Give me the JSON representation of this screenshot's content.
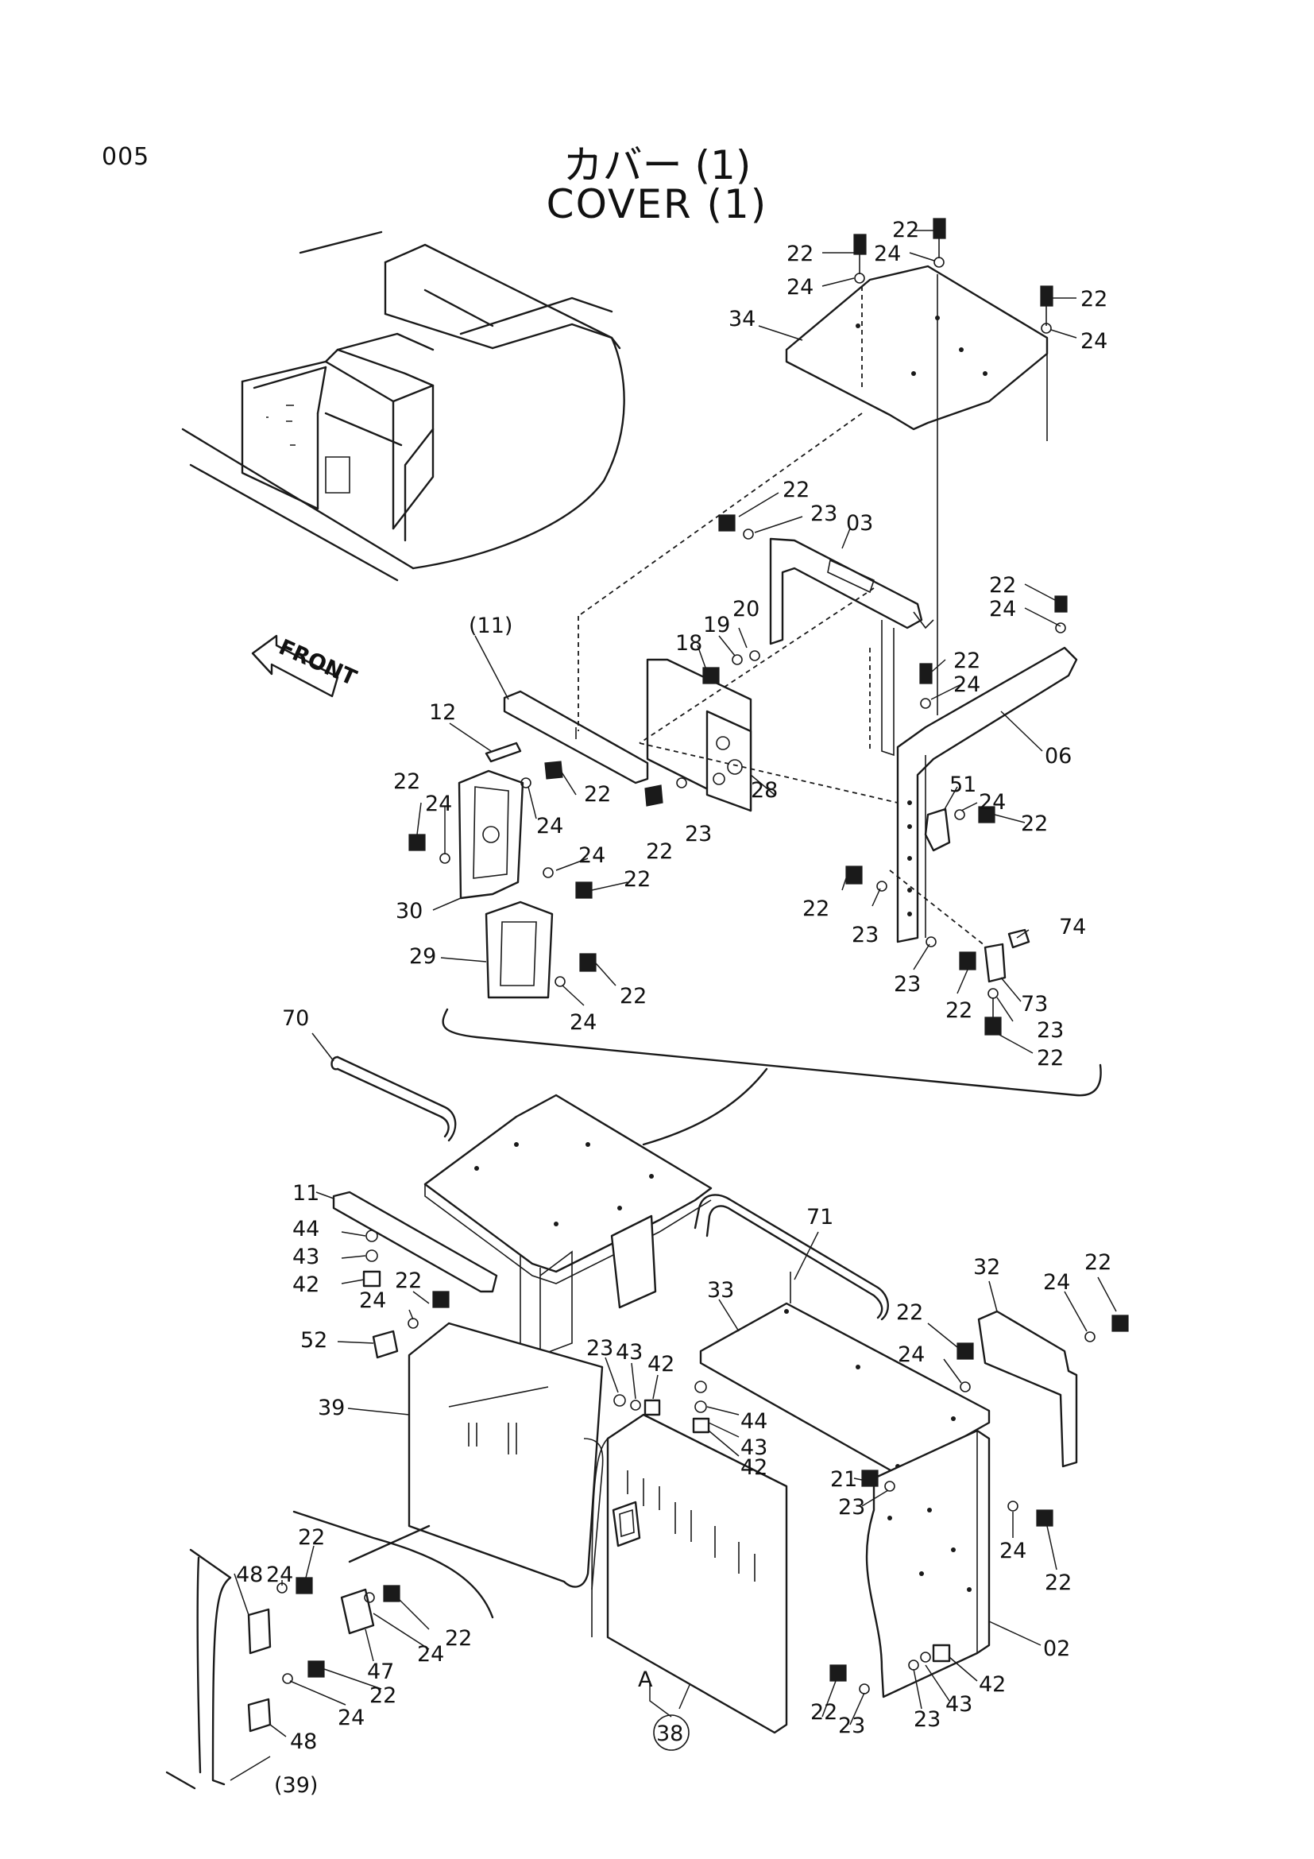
{
  "page_number": "005",
  "title_jp": "カバー (1)",
  "title_en": "COVER (1)",
  "front_arrow_label": "FRONT",
  "callout_letter": "A",
  "callout_circled": "38",
  "labels": [
    {
      "key": "p22a",
      "text": "22"
    },
    {
      "key": "p22b",
      "text": "22"
    },
    {
      "key": "p24a",
      "text": "24"
    },
    {
      "key": "p24b",
      "text": "24"
    },
    {
      "key": "p22c",
      "text": "22"
    },
    {
      "key": "p24c",
      "text": "24"
    },
    {
      "key": "p34",
      "text": "34"
    },
    {
      "key": "p22d",
      "text": "22"
    },
    {
      "key": "p23a",
      "text": "23"
    },
    {
      "key": "p03",
      "text": "03"
    },
    {
      "key": "p22e",
      "text": "22"
    },
    {
      "key": "p24d",
      "text": "24"
    },
    {
      "key": "p20",
      "text": "20"
    },
    {
      "key": "p19",
      "text": "19"
    },
    {
      "key": "p18",
      "text": "18"
    },
    {
      "key": "p22f",
      "text": "22"
    },
    {
      "key": "p24e",
      "text": "24"
    },
    {
      "key": "p11p",
      "text": "(11)"
    },
    {
      "key": "p06",
      "text": "06"
    },
    {
      "key": "p12",
      "text": "12"
    },
    {
      "key": "p22g",
      "text": "22"
    },
    {
      "key": "p22h",
      "text": "22"
    },
    {
      "key": "p24f",
      "text": "24"
    },
    {
      "key": "p24g",
      "text": "24"
    },
    {
      "key": "p28",
      "text": "28"
    },
    {
      "key": "p51",
      "text": "51"
    },
    {
      "key": "p24h",
      "text": "24"
    },
    {
      "key": "p22i",
      "text": "22"
    },
    {
      "key": "p22j",
      "text": "22"
    },
    {
      "key": "p23b",
      "text": "23"
    },
    {
      "key": "p24i",
      "text": "24"
    },
    {
      "key": "p22k",
      "text": "22"
    },
    {
      "key": "p30",
      "text": "30"
    },
    {
      "key": "p22l",
      "text": "22"
    },
    {
      "key": "p23c",
      "text": "23"
    },
    {
      "key": "p74",
      "text": "74"
    },
    {
      "key": "p29",
      "text": "29"
    },
    {
      "key": "p22m",
      "text": "22"
    },
    {
      "key": "p23d",
      "text": "23"
    },
    {
      "key": "p73",
      "text": "73"
    },
    {
      "key": "p24j",
      "text": "24"
    },
    {
      "key": "p22n",
      "text": "22"
    },
    {
      "key": "p23e",
      "text": "23"
    },
    {
      "key": "p22o",
      "text": "22"
    },
    {
      "key": "p70",
      "text": "70"
    },
    {
      "key": "p11",
      "text": "11"
    },
    {
      "key": "p44a",
      "text": "44"
    },
    {
      "key": "p43a",
      "text": "43"
    },
    {
      "key": "p42a",
      "text": "42"
    },
    {
      "key": "p71",
      "text": "71"
    },
    {
      "key": "p32",
      "text": "32"
    },
    {
      "key": "p22p",
      "text": "22"
    },
    {
      "key": "p24k",
      "text": "24"
    },
    {
      "key": "p22q",
      "text": "22"
    },
    {
      "key": "p24l",
      "text": "24"
    },
    {
      "key": "p52",
      "text": "52"
    },
    {
      "key": "p23f",
      "text": "23"
    },
    {
      "key": "p43b",
      "text": "43"
    },
    {
      "key": "p42b",
      "text": "42"
    },
    {
      "key": "p33",
      "text": "33"
    },
    {
      "key": "p22r",
      "text": "22"
    },
    {
      "key": "p24m",
      "text": "24"
    },
    {
      "key": "p39",
      "text": "39"
    },
    {
      "key": "p44b",
      "text": "44"
    },
    {
      "key": "p43c",
      "text": "43"
    },
    {
      "key": "p42c",
      "text": "42"
    },
    {
      "key": "p21",
      "text": "21"
    },
    {
      "key": "p23g",
      "text": "23"
    },
    {
      "key": "p24n",
      "text": "24"
    },
    {
      "key": "p22s",
      "text": "22"
    },
    {
      "key": "p24o",
      "text": "24"
    },
    {
      "key": "p22t",
      "text": "22"
    },
    {
      "key": "p48a",
      "text": "48"
    },
    {
      "key": "p22u",
      "text": "22"
    },
    {
      "key": "p24p",
      "text": "24"
    },
    {
      "key": "p47",
      "text": "47"
    },
    {
      "key": "p02",
      "text": "02"
    },
    {
      "key": "p22v",
      "text": "22"
    },
    {
      "key": "p42d",
      "text": "42"
    },
    {
      "key": "p24q",
      "text": "24"
    },
    {
      "key": "p43d",
      "text": "43"
    },
    {
      "key": "p22w",
      "text": "22"
    },
    {
      "key": "p23h",
      "text": "23"
    },
    {
      "key": "p23i",
      "text": "23"
    },
    {
      "key": "p48b",
      "text": "48"
    },
    {
      "key": "p39p",
      "text": "(39)"
    }
  ]
}
